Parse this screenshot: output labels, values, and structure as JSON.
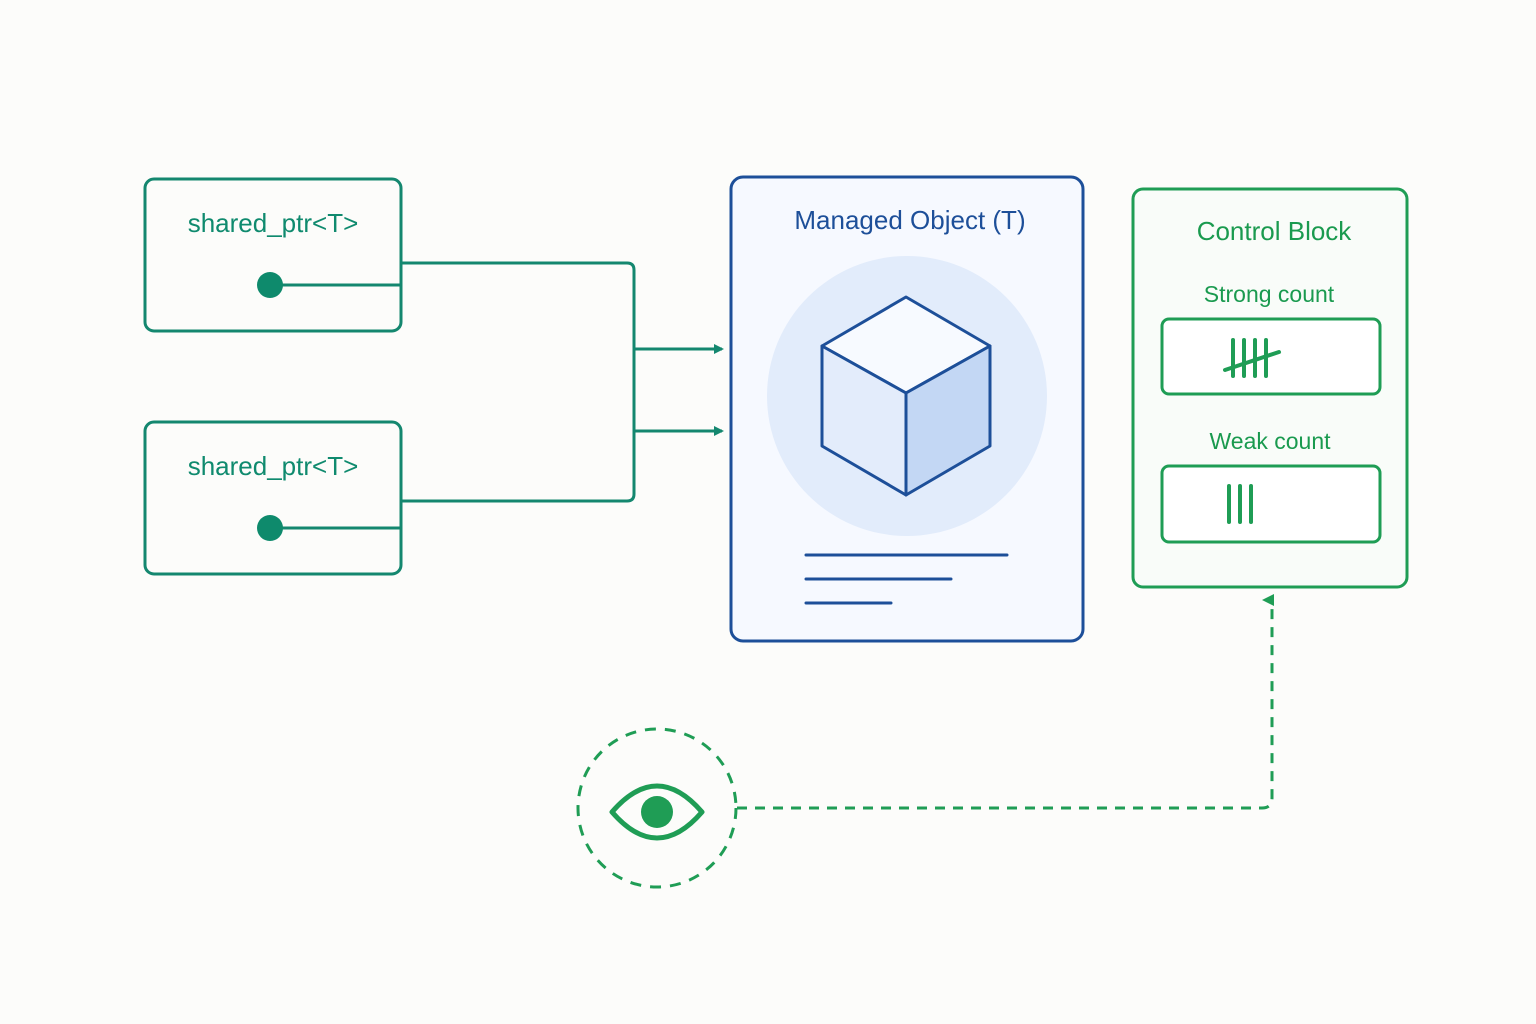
{
  "shared_ptrs": [
    {
      "label": "shared_ptr<T>"
    },
    {
      "label": "shared_ptr<T>"
    }
  ],
  "managed_object": {
    "label": "Managed Object (T)",
    "icon": "cube-icon"
  },
  "control_block": {
    "title": "Control Block",
    "strong_count": {
      "label": "Strong count",
      "tally": 5
    },
    "weak_count": {
      "label": "Weak count",
      "tally": 3
    }
  },
  "weak_ptr_observer": {
    "icon": "eye-icon"
  },
  "colors": {
    "teal": "#14876f",
    "green": "#1f9d55",
    "blue": "#1d4f99",
    "blue_fill": "#eef3fd",
    "cube_halo": "#e2ecfb",
    "background": "#fcfcfa"
  }
}
